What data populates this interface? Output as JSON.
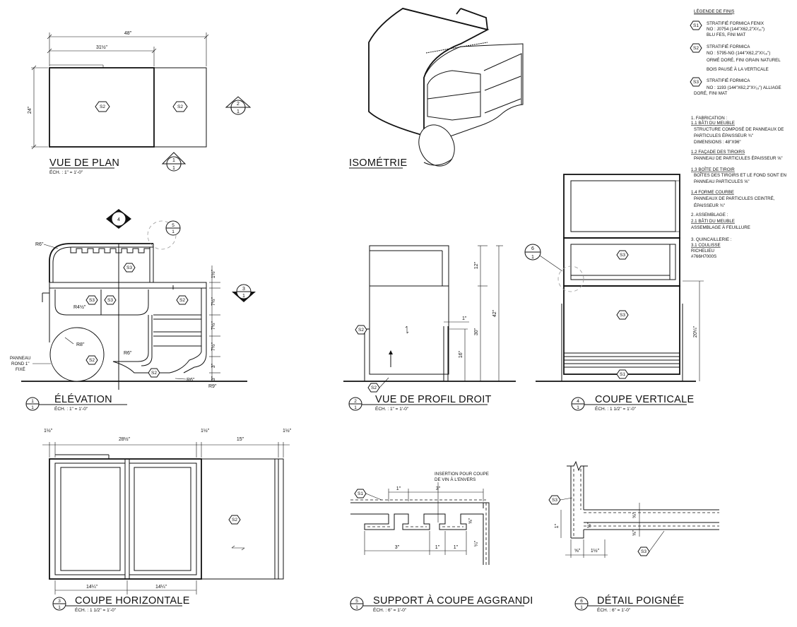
{
  "views": {
    "plan": {
      "title": "VUE DE PLAN",
      "scale": "ÉCH. : 1\" = 1'-0\""
    },
    "isometric": {
      "title": "ISOMÉTRIE"
    },
    "elevation": {
      "title": "ÉLÉVATION",
      "scale": "ÉCH. : 1\" = 1'-0\"",
      "num": "1",
      "sheet": "1"
    },
    "profile": {
      "title": "VUE DE PROFIL DROIT",
      "scale": "ÉCH. : 1\" = 1'-0\"",
      "num": "2",
      "sheet": "1"
    },
    "vsection": {
      "title": "COUPE VERTICALE",
      "scale": "ÉCH. : 1 1/2\" = 1'-0\"",
      "num": "4",
      "sheet": "1"
    },
    "hsection": {
      "title": "COUPE HORIZONTALE",
      "scale": "ÉCH. : 1 1/2\" = 1'-0\"",
      "num": "3",
      "sheet": "1"
    },
    "support": {
      "title": "SUPPORT À COUPE AGGRANDI",
      "scale": "ÉCH. : 6\" = 1'-0\"",
      "num": "5",
      "sheet": "1"
    },
    "handle": {
      "title": "DÉTAIL POIGNÉE",
      "scale": "ÉCH. : 6\" = 1'-0\"",
      "num": "6",
      "sheet": "1"
    }
  },
  "tags": {
    "s1": "S1",
    "s2": "S2",
    "s3": "S3"
  },
  "dims": {
    "plan_w": "48\"",
    "plan_w2": "31½\"",
    "plan_h": "24\"",
    "el_r6": "R6\"",
    "el_r4": "R4½\"",
    "el_r8": "R8\"",
    "el_r6b": "R6\"",
    "el_r6c": "R6\"",
    "el_r9": "R9\"",
    "el_15": "1½\"",
    "el_75a": "7½\"",
    "el_75b": "7½\"",
    "el_75c": "7½\"",
    "el_3a": "3\"",
    "el_3b": "3\"",
    "el_panel1": "PANNEAU",
    "el_panel2": "ROND 1\"",
    "el_panel3": "FIXÉ",
    "pr_12": "12\"",
    "pr_30": "30\"",
    "pr_42": "42\"",
    "pr_16": "16\"",
    "pr_1": "1\"",
    "vs_20": "20¼\"",
    "hs_15a": "1½\"",
    "hs_28": "28½\"",
    "hs_15b": "1½\"",
    "hs_15": "15\"",
    "hs_15c": "1½\"",
    "hs_14a": "14¼\"",
    "hs_14b": "14¼\"",
    "sp_note1": "INSERTION POUR COUPE",
    "sp_note2": "DE VIN À L'ENVERS",
    "sp_1a": "1\"",
    "sp_3a": "3\"",
    "sp_58": "⅝\"",
    "sp_3b": "3\"",
    "sp_1b": "1\"",
    "sp_1c": "1\"",
    "sp_14": "¼\"",
    "hd_58a": "⅝\"",
    "hd_38": "⅜\"",
    "hd_58b": "⅝\"",
    "hd_1": "1\"",
    "hd_58c": "⅝\"",
    "hd_15": "1½\""
  },
  "legend": {
    "heading": "LÉGENDE DE FINIS",
    "s1_l1": "STRATIFIÉ FORMICA FENIX",
    "s1_l2": "NO : J0754 (144\"X62,2\"X¹⁄₁₆\")",
    "s1_l3": "BLU FES, FINI MAT",
    "s2_l1": "STRATIFIÉ FORMICA",
    "s2_l2": "NO : 5795-NG (144\"X62,2\"X¹⁄₁₆\")",
    "s2_l3": "ORMÉ DORÉ, FINI GRAIN NATUREL",
    "s2_l4": "BOIS PAUSÉ À LA VERTICALE",
    "s3_l1": "STRATIFIÉ FORMICA",
    "s3_l2": "NO : 1193 (144\"X62,2\"X¹⁄₁₆\") ALLIAGE",
    "s3_l3": "DORÉ, FINI MAT"
  },
  "notes": [
    "1. FABRICATION :",
    "1.1 BÂTI DU MEUBLE",
    "STRUCTURE COMPOSÉ DE PANNEAUX DE",
    "PARTICULES ÉPAISSEUR ¾\"",
    "DIMENSIONS : 48\"X96\"",
    "1.2 FAÇADE DES TIROIRS",
    "PANNEAU DE PARTICULES ÉPAISSEUR ⅝\"",
    "1.3 BOÎTE DE TIROIR",
    "BOÎTES DES TIROIRS ET LE FOND SONT EN",
    "PANNEAU PARTICULES ⅝\"",
    "1.4 FORME COURBE",
    "PANNEAUX DE PARTICULES CEINTRÉ,",
    "ÉPAISSEUR ¾\"",
    "2. ASSEMBLAGE :",
    "2.1 BÂTI DU MEUBLE",
    "ASSEMBLAGE À FEUILLURE",
    "3. QUINCAILLERIE :",
    "3.1 COULISSE",
    "RICHELIEU",
    "#766H7000S"
  ],
  "marks": {
    "sec2_top": "2",
    "sec2_bot": "1",
    "sec1_top": "1",
    "sec1_bot": "1",
    "sec4_top": "4",
    "sec5_top": "5",
    "sec5_bot": "1",
    "sec3_top": "3",
    "sec3_bot": "1",
    "sec6_top": "6",
    "sec6_bot": "1"
  }
}
